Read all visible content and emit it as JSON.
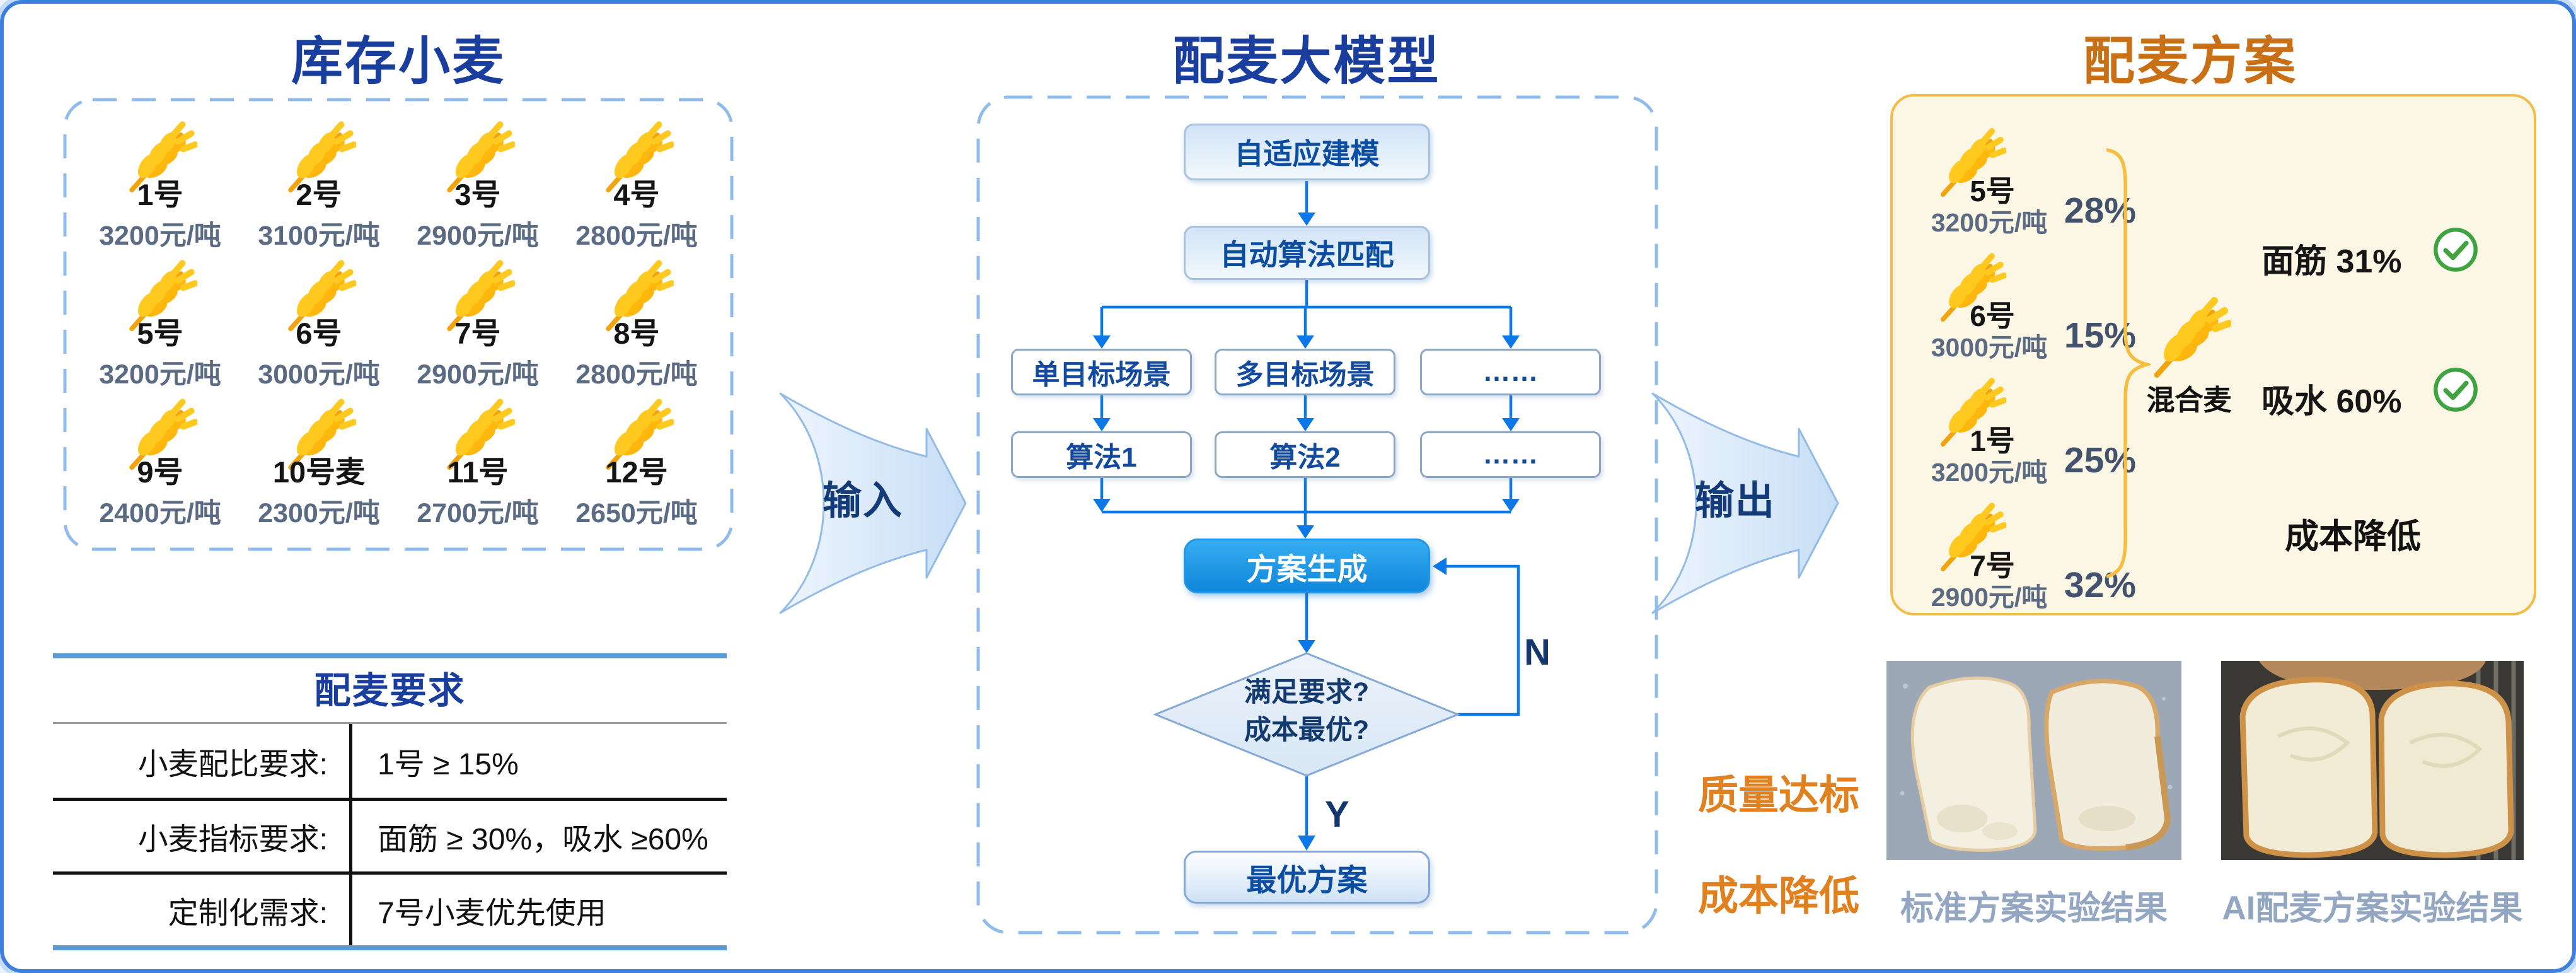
{
  "left": {
    "title": "库存小麦",
    "wheats": [
      {
        "name": "1号",
        "price": "3200元/吨"
      },
      {
        "name": "2号",
        "price": "3100元/吨"
      },
      {
        "name": "3号",
        "price": "2900元/吨"
      },
      {
        "name": "4号",
        "price": "2800元/吨"
      },
      {
        "name": "5号",
        "price": "3200元/吨"
      },
      {
        "name": "6号",
        "price": "3000元/吨"
      },
      {
        "name": "7号",
        "price": "2900元/吨"
      },
      {
        "name": "8号",
        "price": "2800元/吨"
      },
      {
        "name": "9号",
        "price": "2400元/吨"
      },
      {
        "name": "10号麦",
        "price": "2300元/吨"
      },
      {
        "name": "11号",
        "price": "2700元/吨"
      },
      {
        "name": "12号",
        "price": "2650元/吨"
      }
    ],
    "requirements": {
      "title": "配麦要求",
      "rows": [
        {
          "label": "小麦配比要求:",
          "value": "1号 ≥ 15%"
        },
        {
          "label": "小麦指标要求:",
          "value": "面筋 ≥ 30%，吸水 ≥60%"
        },
        {
          "label": "定制化需求:",
          "value": "7号小麦优先使用"
        }
      ]
    }
  },
  "flow_arrows": {
    "input": "输入",
    "output": "输出"
  },
  "middle": {
    "title": "配麦大模型",
    "nodes": {
      "adaptive": "自适应建模",
      "matching": "自动算法匹配",
      "scene1": "单目标场景",
      "scene2": "多目标场景",
      "scene_more": "……",
      "algo1": "算法1",
      "algo2": "算法2",
      "algo_more": "……",
      "generate": "方案生成",
      "decision_line1": "满足要求?",
      "decision_line2": "成本最优?",
      "optimal": "最优方案",
      "no_label": "N",
      "yes_label": "Y"
    }
  },
  "right": {
    "title": "配麦方案",
    "mix": [
      {
        "name": "5号",
        "price": "3200元/吨",
        "pct": "28%"
      },
      {
        "name": "6号",
        "price": "3000元/吨",
        "pct": "15%"
      },
      {
        "name": "1号",
        "price": "3200元/吨",
        "pct": "25%"
      },
      {
        "name": "7号",
        "price": "2900元/吨",
        "pct": "32%"
      }
    ],
    "blend_label": "混合麦",
    "metrics": [
      {
        "label": "面筋 31%"
      },
      {
        "label": "吸水 60%"
      }
    ],
    "cost_note": "成本降低",
    "benefit_line1": "质量达标",
    "benefit_line2": "成本降低",
    "captions": {
      "standard": "标准方案实验结果",
      "ai": "AI配麦方案实验结果"
    }
  },
  "icons": {
    "wheat": "wheat-icon",
    "check": "check-circle-icon"
  },
  "colors": {
    "title_blue": "#1A3E9E",
    "title_orange": "#C96F15",
    "flow_blue": "#0A78E8",
    "gold_border": "#F2BC45",
    "panel_cream": "#FCF6E4",
    "check_green": "#3FA33F",
    "benefit_orange": "#E0801E"
  }
}
